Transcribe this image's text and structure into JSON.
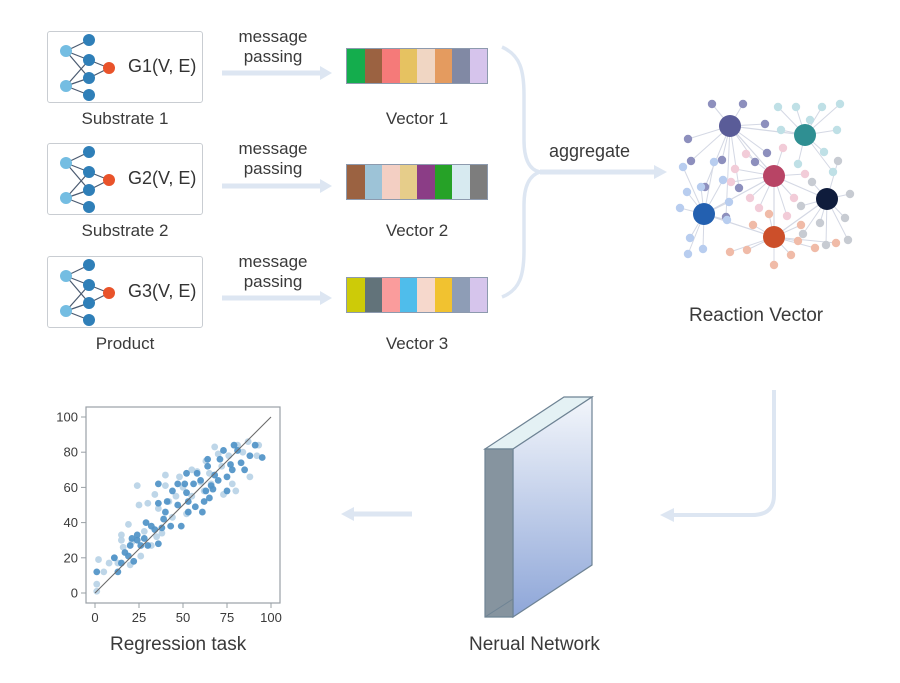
{
  "colors": {
    "arrow": "#dde6f2",
    "graph_node_light": "#74bde2",
    "graph_node_dark": "#2f7fb8",
    "graph_node_output": "#e9532a",
    "graph_edge": "#4a5a70",
    "scatter_light": "#b9d2e6",
    "scatter_dark": "#4f93c7"
  },
  "inputs": [
    {
      "graph_label": "G1(V, E)",
      "caption": "Substrate 1",
      "arrow_label_line1": "message",
      "arrow_label_line2": "passing",
      "vector_label": "Vector 1",
      "vector_colors": [
        "#14ad4d",
        "#9b6241",
        "#f57a79",
        "#e6c261",
        "#f0d6c3",
        "#e49b5f",
        "#8189a4",
        "#d6c4ec"
      ]
    },
    {
      "graph_label": "G2(V, E)",
      "caption": "Substrate 2",
      "arrow_label_line1": "message",
      "arrow_label_line2": "passing",
      "vector_label": "Vector 2",
      "vector_colors": [
        "#9b6241",
        "#9dc3d7",
        "#f3cfc3",
        "#e6cd8a",
        "#8b3d86",
        "#26a227",
        "#d7eaf0",
        "#7d7d7d"
      ]
    },
    {
      "graph_label": "G3(V, E)",
      "caption": "Product",
      "arrow_label_line1": "message",
      "arrow_label_line2": "passing",
      "vector_label": "Vector 3",
      "vector_colors": [
        "#cdcb08",
        "#62737a",
        "#fa9c9c",
        "#4fbdeb",
        "#f6d8cc",
        "#f1c230",
        "#8e9db6",
        "#d6c5ec"
      ]
    }
  ],
  "aggregate_label": "aggregate",
  "reaction_vector_label": "Reaction Vector",
  "network_hubs": [
    {
      "name": "hub-purple",
      "color": "#5a5c98"
    },
    {
      "name": "hub-teal",
      "color": "#2f8f92"
    },
    {
      "name": "hub-crimson",
      "color": "#b84465"
    },
    {
      "name": "hub-navy",
      "color": "#0f1c3c"
    },
    {
      "name": "hub-blue",
      "color": "#2360b0"
    },
    {
      "name": "hub-orange",
      "color": "#cc4f2a"
    }
  ],
  "neural_network_label": "Nerual Network",
  "regression_label": "Regression task",
  "chart_data": {
    "type": "scatter",
    "title": "",
    "xlabel": "",
    "ylabel": "",
    "xlim": [
      0,
      100
    ],
    "ylim": [
      0,
      100
    ],
    "x_ticks": [
      "0",
      "25",
      "50",
      "75",
      "100"
    ],
    "y_ticks": [
      "0",
      "20",
      "40",
      "60",
      "80",
      "100"
    ],
    "reference_line": {
      "from": [
        0,
        0
      ],
      "to": [
        100,
        100
      ]
    },
    "grid": false,
    "series": [
      {
        "name": "light",
        "points": [
          [
            1,
            1
          ],
          [
            1,
            5
          ],
          [
            2,
            19
          ],
          [
            5,
            12
          ],
          [
            8,
            17
          ],
          [
            11,
            20
          ],
          [
            13,
            17
          ],
          [
            15,
            33
          ],
          [
            16,
            26
          ],
          [
            15,
            30
          ],
          [
            19,
            39
          ],
          [
            20,
            16
          ],
          [
            21,
            29
          ],
          [
            24,
            61
          ],
          [
            25,
            50
          ],
          [
            26,
            21
          ],
          [
            28,
            35
          ],
          [
            30,
            51
          ],
          [
            32,
            27
          ],
          [
            34,
            56
          ],
          [
            35,
            32
          ],
          [
            36,
            48
          ],
          [
            38,
            34
          ],
          [
            40,
            67
          ],
          [
            40,
            61
          ],
          [
            42,
            52
          ],
          [
            44,
            43
          ],
          [
            46,
            55
          ],
          [
            48,
            66
          ],
          [
            50,
            60
          ],
          [
            52,
            45
          ],
          [
            55,
            70
          ],
          [
            55,
            55
          ],
          [
            58,
            69
          ],
          [
            60,
            63
          ],
          [
            62,
            58
          ],
          [
            63,
            75
          ],
          [
            65,
            68
          ],
          [
            66,
            62
          ],
          [
            68,
            83
          ],
          [
            70,
            79
          ],
          [
            72,
            72
          ],
          [
            73,
            56
          ],
          [
            76,
            78
          ],
          [
            78,
            62
          ],
          [
            80,
            58
          ],
          [
            81,
            84
          ],
          [
            84,
            80
          ],
          [
            87,
            86
          ],
          [
            88,
            66
          ],
          [
            92,
            78
          ],
          [
            93,
            84
          ]
        ]
      },
      {
        "name": "dark",
        "points": [
          [
            1,
            12
          ],
          [
            13,
            12
          ],
          [
            11,
            20
          ],
          [
            15,
            17
          ],
          [
            17,
            23
          ],
          [
            19,
            21
          ],
          [
            20,
            27
          ],
          [
            21,
            31
          ],
          [
            22,
            18
          ],
          [
            24,
            30
          ],
          [
            24,
            33
          ],
          [
            26,
            27
          ],
          [
            28,
            31
          ],
          [
            29,
            40
          ],
          [
            30,
            27
          ],
          [
            32,
            38
          ],
          [
            34,
            36
          ],
          [
            36,
            62
          ],
          [
            36,
            51
          ],
          [
            36,
            28
          ],
          [
            38,
            37
          ],
          [
            39,
            42
          ],
          [
            40,
            46
          ],
          [
            41,
            52
          ],
          [
            43,
            38
          ],
          [
            44,
            58
          ],
          [
            47,
            50
          ],
          [
            47,
            62
          ],
          [
            49,
            38
          ],
          [
            51,
            62
          ],
          [
            52,
            68
          ],
          [
            52,
            57
          ],
          [
            53,
            52
          ],
          [
            53,
            46
          ],
          [
            56,
            62
          ],
          [
            57,
            49
          ],
          [
            58,
            68
          ],
          [
            60,
            64
          ],
          [
            61,
            46
          ],
          [
            62,
            52
          ],
          [
            63,
            58
          ],
          [
            64,
            76
          ],
          [
            64,
            72
          ],
          [
            65,
            54
          ],
          [
            66,
            61
          ],
          [
            67,
            59
          ],
          [
            68,
            67
          ],
          [
            70,
            64
          ],
          [
            71,
            76
          ],
          [
            73,
            81
          ],
          [
            75,
            66
          ],
          [
            75,
            58
          ],
          [
            77,
            73
          ],
          [
            78,
            70
          ],
          [
            79,
            84
          ],
          [
            81,
            81
          ],
          [
            83,
            74
          ],
          [
            85,
            70
          ],
          [
            88,
            78
          ],
          [
            91,
            84
          ],
          [
            95,
            77
          ]
        ]
      }
    ]
  }
}
